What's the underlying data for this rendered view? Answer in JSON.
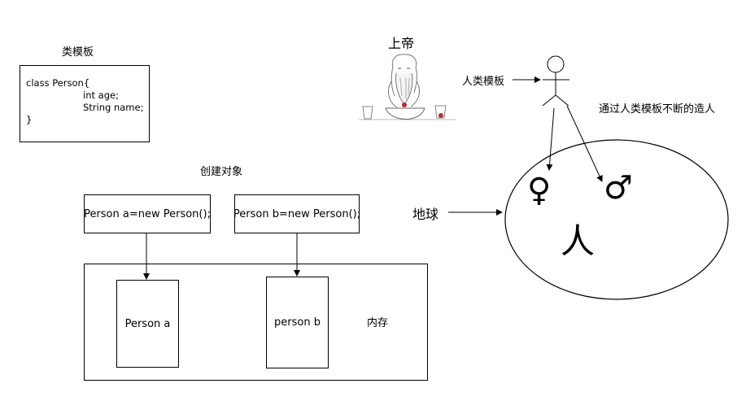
{
  "class_section": {
    "title": "类模板",
    "code_lines": [
      "class Person{",
      "int age;",
      "String name;",
      "}"
    ]
  },
  "create_section": {
    "title": "创建对象",
    "statement_a": "Person a=new Person();",
    "statement_b": "Person b=new Person();"
  },
  "memory": {
    "label": "内存",
    "object_a": "Person a",
    "object_b": "person b"
  },
  "god_section": {
    "title": "上帝",
    "template_label": "人类模板",
    "process_label": "通过人类模板不断的造人"
  },
  "earth": {
    "label": "地球",
    "female_symbol": "♀",
    "male_symbol": "♂",
    "person_char": "人"
  }
}
